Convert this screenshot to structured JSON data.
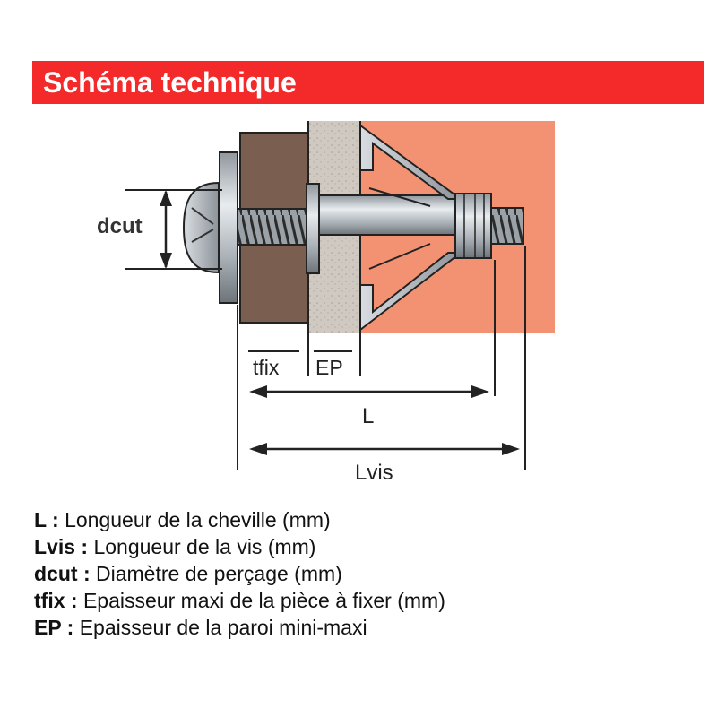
{
  "header": {
    "title": "Schéma technique",
    "background": "#f42a2a"
  },
  "diagram": {
    "dims": {
      "dcut": "dcut",
      "tfix": "tfix",
      "ep": "EP",
      "l": "L",
      "lvis": "Lvis"
    },
    "colors": {
      "wall": "#f29273",
      "panel": "#c9c3bb",
      "washer_plate": "#7a5e50",
      "metal": "#bfc6cc"
    }
  },
  "legend": [
    {
      "term": "L :",
      "desc": " Longueur de la cheville (mm)"
    },
    {
      "term": "Lvis :",
      "desc": " Longueur de la vis (mm)"
    },
    {
      "term": "dcut :",
      "desc": " Diamètre de perçage (mm)"
    },
    {
      "term": "tfix :",
      "desc": " Epaisseur maxi de la pièce à fixer (mm)"
    },
    {
      "term": "EP :",
      "desc": " Epaisseur de la paroi mini-maxi"
    }
  ]
}
